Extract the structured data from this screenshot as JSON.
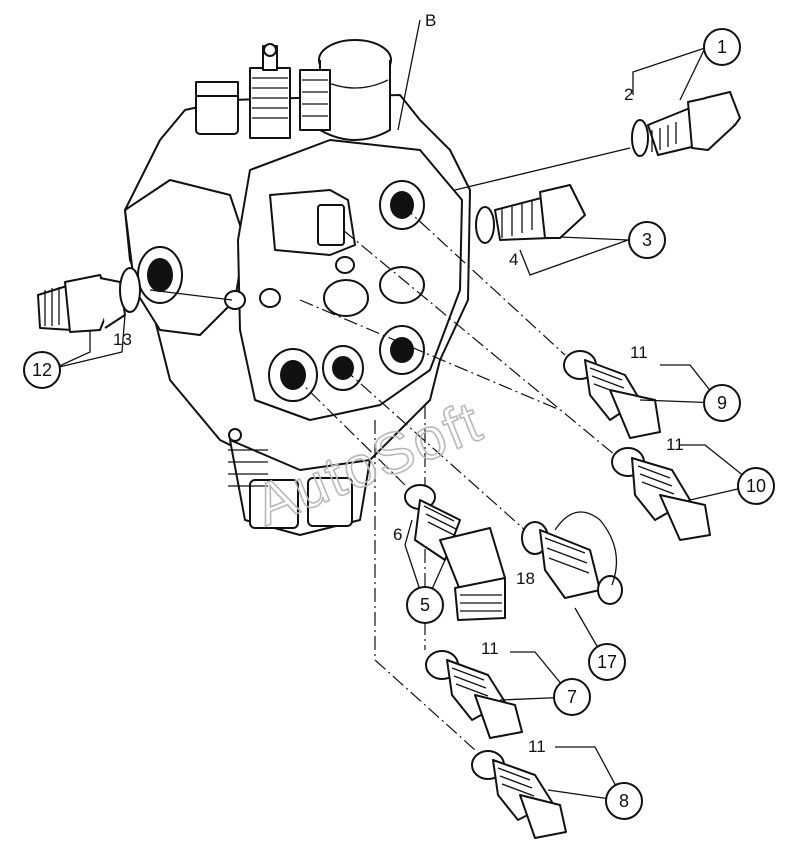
{
  "labels": {
    "body": "B",
    "parts": [
      {
        "n": "1"
      },
      {
        "n": "2"
      },
      {
        "n": "3"
      },
      {
        "n": "4"
      },
      {
        "n": "5"
      },
      {
        "n": "6"
      },
      {
        "n": "7"
      },
      {
        "n": "8"
      },
      {
        "n": "9"
      },
      {
        "n": "10"
      },
      {
        "n": "11"
      },
      {
        "n": "12"
      },
      {
        "n": "13"
      },
      {
        "n": "17"
      },
      {
        "n": "18"
      }
    ],
    "seal_label": "11"
  },
  "watermark": "AutoSoft"
}
